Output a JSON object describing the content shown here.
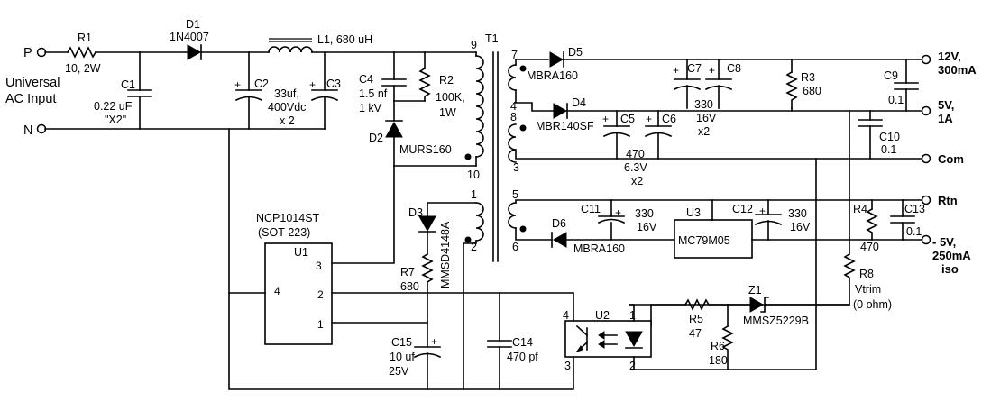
{
  "input": {
    "P": "P",
    "N": "N",
    "label_line1": "Universal",
    "label_line2": "AC Input"
  },
  "R1": {
    "ref": "R1",
    "value": "10, 2W"
  },
  "D1": {
    "ref": "D1",
    "part": "1N4007"
  },
  "L1": {
    "label": "L1, 680 uH"
  },
  "C1": {
    "ref": "C1",
    "value": "0.22 uF",
    "type": "\"X2\""
  },
  "C2": {
    "ref": "C2"
  },
  "C3": {
    "ref": "C3"
  },
  "C2C3": {
    "line1": "33uf,",
    "line2": "400Vdc",
    "line3": "x 2"
  },
  "C4": {
    "ref": "C4",
    "line1": "1.5 nf",
    "line2": "1 kV"
  },
  "R2": {
    "ref": "R2",
    "line1": "100K,",
    "line2": "1W"
  },
  "D2": {
    "ref": "D2",
    "part": "MURS160"
  },
  "T1": {
    "ref": "T1",
    "pins": {
      "p9": "9",
      "p10": "10",
      "p7": "7",
      "p4": "4",
      "p8": "8",
      "p3": "3",
      "p5": "5",
      "p6": "6",
      "p1": "1",
      "p2": "2"
    }
  },
  "D5": {
    "ref": "D5",
    "part": "MBRA160"
  },
  "D4": {
    "ref": "D4",
    "part": "MBR140SF"
  },
  "C5": {
    "ref": "C5"
  },
  "C6": {
    "ref": "C6"
  },
  "C5C6": {
    "line1": "470",
    "line2": "6.3V",
    "line3": "x2"
  },
  "C7": {
    "ref": "C7"
  },
  "C8": {
    "ref": "C8"
  },
  "C7C8": {
    "line1": "330",
    "line2": "16V",
    "line3": "x2"
  },
  "R3": {
    "ref": "R3",
    "value": "680"
  },
  "C9": {
    "ref": "C9",
    "value": "0.1"
  },
  "C10": {
    "ref": "C10",
    "value": "0.1"
  },
  "outputs": {
    "o12_l1": "12V,",
    "o12_l2": "300mA",
    "o5_l1": "5V,",
    "o5_l2": "1A",
    "com": "Com",
    "rtn": "Rtn",
    "om5_l1": "- 5V,",
    "om5_l2": "250mA",
    "om5_l3": "iso"
  },
  "C11": {
    "ref": "C11",
    "line1": "330",
    "line2": "16V"
  },
  "D6": {
    "ref": "D6",
    "part": "MBRA160"
  },
  "U3": {
    "ref": "U3",
    "part": "MC79M05"
  },
  "C12": {
    "ref": "C12",
    "line1": "330",
    "line2": "16V"
  },
  "R4": {
    "ref": "R4",
    "value": "470"
  },
  "C13": {
    "ref": "C13",
    "value": "0.1"
  },
  "R8": {
    "ref": "R8",
    "line1": "Vtrim",
    "line2": "(0 ohm)"
  },
  "D3": {
    "ref": "D3",
    "part": "MMSD4148A"
  },
  "R7": {
    "ref": "R7",
    "value": "680"
  },
  "U1": {
    "part": "NCP1014ST",
    "package": "(SOT-223)",
    "ref": "U1",
    "pins": {
      "p1": "1",
      "p2": "2",
      "p3": "3",
      "p4": "4"
    }
  },
  "C15": {
    "ref": "C15",
    "line1": "10 uf",
    "line2": "25V"
  },
  "C14": {
    "ref": "C14",
    "value": "470 pf"
  },
  "U2": {
    "ref": "U2",
    "pins": {
      "p1": "1",
      "p2": "2",
      "p3": "3",
      "p4": "4"
    }
  },
  "R5": {
    "ref": "R5",
    "value": "47"
  },
  "R6": {
    "ref": "R6",
    "value": "180"
  },
  "Z1": {
    "ref": "Z1",
    "part": "MMSZ5229B"
  }
}
